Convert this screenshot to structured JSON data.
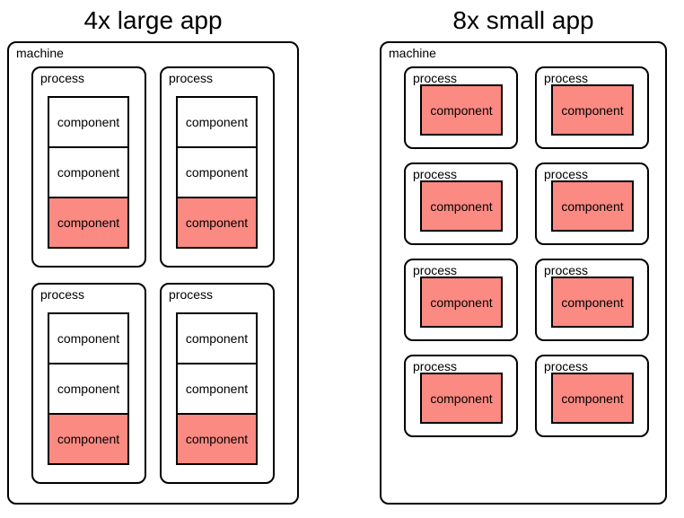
{
  "colors": {
    "highlight": "#fb8a82",
    "border": "#000000",
    "background": "#ffffff"
  },
  "figures": [
    {
      "id": "large-app",
      "title": "4x large app",
      "machine": {
        "label": "machine",
        "grid_columns": 2,
        "processes": [
          {
            "label": "process",
            "components": [
              {
                "label": "component",
                "highlighted": false
              },
              {
                "label": "component",
                "highlighted": false
              },
              {
                "label": "component",
                "highlighted": true
              }
            ]
          },
          {
            "label": "process",
            "components": [
              {
                "label": "component",
                "highlighted": false
              },
              {
                "label": "component",
                "highlighted": false
              },
              {
                "label": "component",
                "highlighted": true
              }
            ]
          },
          {
            "label": "process",
            "components": [
              {
                "label": "component",
                "highlighted": false
              },
              {
                "label": "component",
                "highlighted": false
              },
              {
                "label": "component",
                "highlighted": true
              }
            ]
          },
          {
            "label": "process",
            "components": [
              {
                "label": "component",
                "highlighted": false
              },
              {
                "label": "component",
                "highlighted": false
              },
              {
                "label": "component",
                "highlighted": true
              }
            ]
          }
        ]
      }
    },
    {
      "id": "small-app",
      "title": "8x small app",
      "machine": {
        "label": "machine",
        "grid_columns": 2,
        "processes": [
          {
            "label": "process",
            "components": [
              {
                "label": "component",
                "highlighted": true
              }
            ]
          },
          {
            "label": "process",
            "components": [
              {
                "label": "component",
                "highlighted": true
              }
            ]
          },
          {
            "label": "process",
            "components": [
              {
                "label": "component",
                "highlighted": true
              }
            ]
          },
          {
            "label": "process",
            "components": [
              {
                "label": "component",
                "highlighted": true
              }
            ]
          },
          {
            "label": "process",
            "components": [
              {
                "label": "component",
                "highlighted": true
              }
            ]
          },
          {
            "label": "process",
            "components": [
              {
                "label": "component",
                "highlighted": true
              }
            ]
          },
          {
            "label": "process",
            "components": [
              {
                "label": "component",
                "highlighted": true
              }
            ]
          },
          {
            "label": "process",
            "components": [
              {
                "label": "component",
                "highlighted": true
              }
            ]
          }
        ]
      }
    }
  ]
}
